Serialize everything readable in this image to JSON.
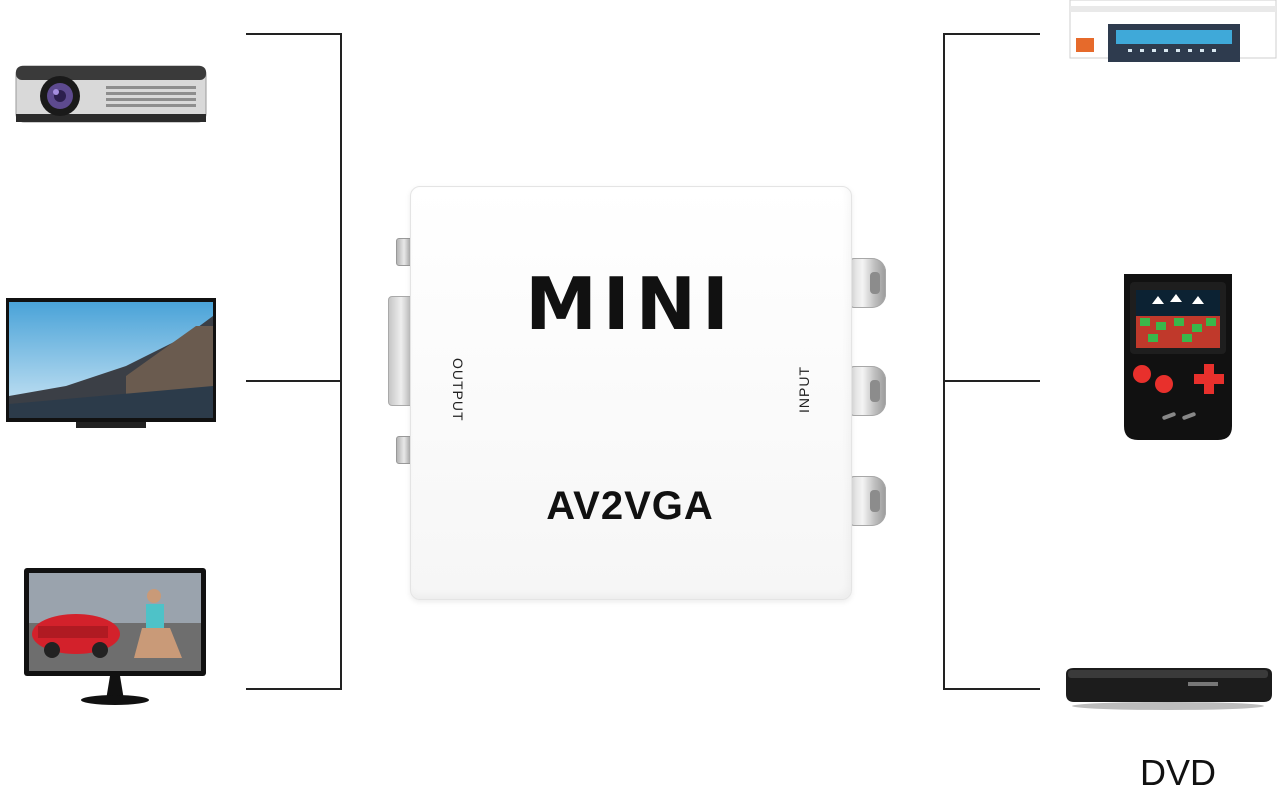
{
  "converter": {
    "brand": "MINI",
    "model": "AV2VGA",
    "output_label": "OUTPUT",
    "input_label": "INPUT"
  },
  "outputs": [
    "projector-icon",
    "tv-icon",
    "monitor-icon"
  ],
  "inputs": [
    "set-top-box-icon",
    "handheld-game-console-icon",
    "dvd-player-icon"
  ],
  "labels": {
    "dvd": "DVD"
  },
  "colors": {
    "line": "#222222",
    "background": "#ffffff",
    "console_red": "#e8302c"
  }
}
